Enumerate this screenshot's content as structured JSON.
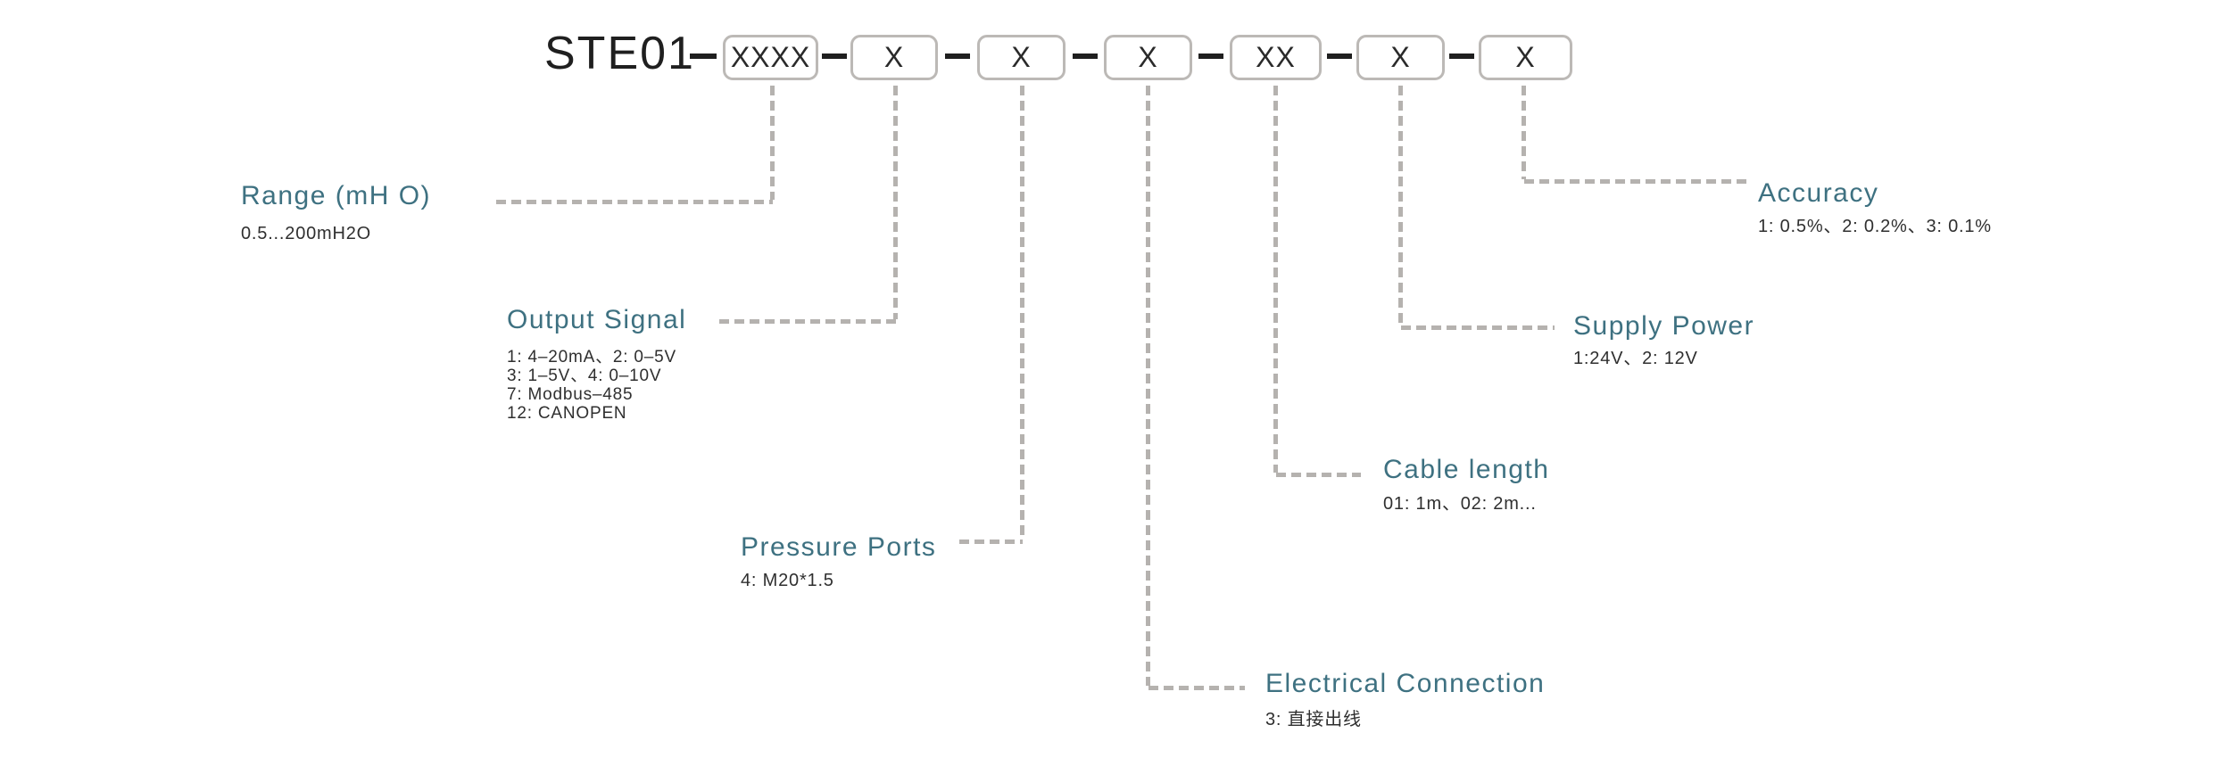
{
  "model": {
    "prefix": "STE01",
    "boxes": [
      "XXXX",
      "X",
      "X",
      "X",
      "XX",
      "X",
      "X"
    ]
  },
  "fields": [
    {
      "key": "range",
      "label": "Range (mH O)",
      "values": [
        "0.5...200mH2O"
      ]
    },
    {
      "key": "output_signal",
      "label": "Output Signal",
      "values": [
        "1: 4–20mA、2: 0–5V",
        "3: 1–5V、4: 0–10V",
        "7: Modbus–485",
        "12: CANOPEN"
      ]
    },
    {
      "key": "pressure_ports",
      "label": "Pressure Ports",
      "values": [
        "4: M20*1.5"
      ]
    },
    {
      "key": "electrical_connection",
      "label": "Electrical Connection",
      "values": [
        "3: 直接出线"
      ]
    },
    {
      "key": "cable_length",
      "label": "Cable length",
      "values": [
        "01: 1m、02: 2m..."
      ]
    },
    {
      "key": "supply_power",
      "label": "Supply Power",
      "values": [
        "1:24V、2: 12V"
      ]
    },
    {
      "key": "accuracy",
      "label": "Accuracy",
      "values": [
        "1: 0.5%、2: 0.2%、3: 0.1%"
      ]
    }
  ],
  "colors": {
    "heading": "#3e7181",
    "body_text": "#2f2f2f",
    "code_text": "#1f1f1f",
    "box_border": "#bcb9b6",
    "leader_line": "#b5b2af"
  }
}
